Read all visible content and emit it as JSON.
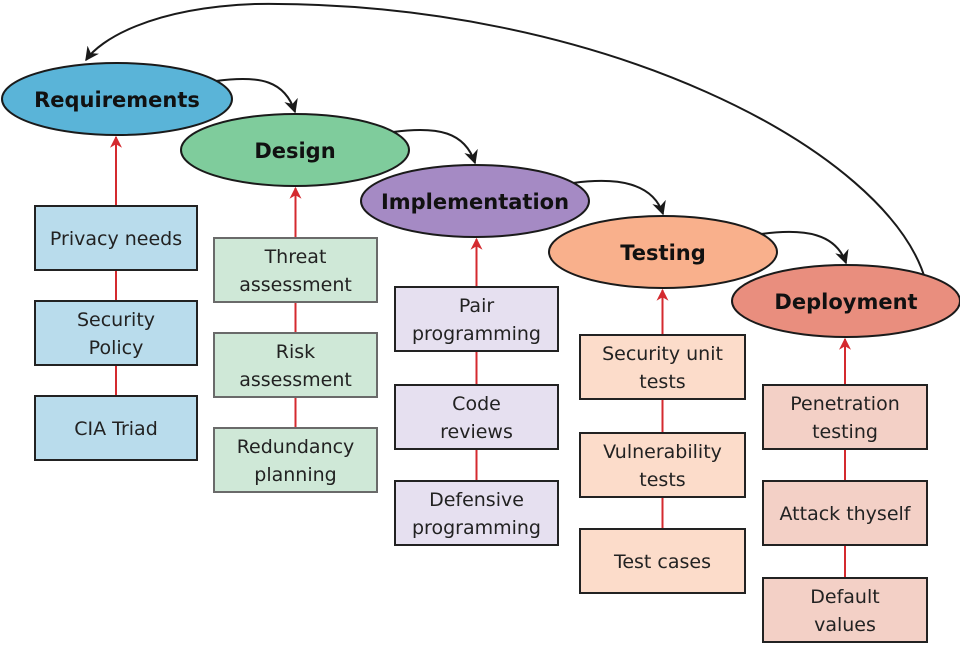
{
  "diagram": {
    "type": "secure-development-lifecycle",
    "colors": {
      "flow_arrow": "#1a1a1a",
      "support_arrow": "#d42a2f"
    },
    "phases": [
      {
        "id": "requirements",
        "label": "Requirements",
        "fill": "#5ab4d8",
        "box_fill": "#b9dcec",
        "box_border": "#222222",
        "activities": [
          [
            "Privacy needs"
          ],
          [
            "Security",
            "Policy"
          ],
          [
            "CIA Triad"
          ]
        ]
      },
      {
        "id": "design",
        "label": "Design",
        "fill": "#7fcc9c",
        "box_fill": "#cfe8d7",
        "box_border": "#6a6a6a",
        "activities": [
          [
            "Threat",
            "assessment"
          ],
          [
            "Risk",
            "assessment"
          ],
          [
            "Redundancy",
            "planning"
          ]
        ]
      },
      {
        "id": "implementation",
        "label": "Implementation",
        "fill": "#a58ac4",
        "box_fill": "#e6e0f0",
        "box_border": "#222222",
        "activities": [
          [
            "Pair",
            "programming"
          ],
          [
            "Code",
            "reviews"
          ],
          [
            "Defensive",
            "programming"
          ]
        ]
      },
      {
        "id": "testing",
        "label": "Testing",
        "fill": "#f9b08c",
        "box_fill": "#fcdcca",
        "box_border": "#222222",
        "activities": [
          [
            "Security unit",
            "tests"
          ],
          [
            "Vulnerability",
            "tests"
          ],
          [
            "Test cases"
          ]
        ]
      },
      {
        "id": "deployment",
        "label": "Deployment",
        "fill": "#e98e7e",
        "box_fill": "#f3d0c6",
        "box_border": "#222222",
        "activities": [
          [
            "Penetration",
            "testing"
          ],
          [
            "Attack thyself"
          ],
          [
            "Default",
            "values"
          ]
        ]
      }
    ],
    "edges": [
      {
        "from": "requirements",
        "to": "design"
      },
      {
        "from": "design",
        "to": "implementation"
      },
      {
        "from": "implementation",
        "to": "testing"
      },
      {
        "from": "testing",
        "to": "deployment"
      },
      {
        "from": "deployment",
        "to": "requirements"
      }
    ]
  }
}
